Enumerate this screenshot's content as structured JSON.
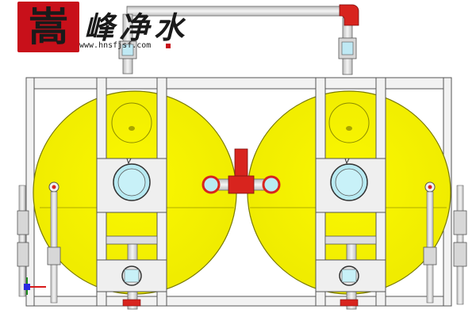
{
  "logo": {
    "mark": "嵩",
    "name": "峰净水",
    "url": "www.hnsfjsf.com"
  },
  "colors": {
    "tank_fill": "#f7f200",
    "tank_stroke": "#7a7a00",
    "frame_fill": "#f2f2f2",
    "frame_stroke": "#555555",
    "pipe_fill": "#e2e2e2",
    "pipe_red": "#d8241e",
    "port_blue": "#b8eaf2",
    "logo_red": "#c8101a"
  },
  "icons": [
    "valve-icon",
    "pressure-gauge-icon",
    "axis-gizmo-icon"
  ]
}
